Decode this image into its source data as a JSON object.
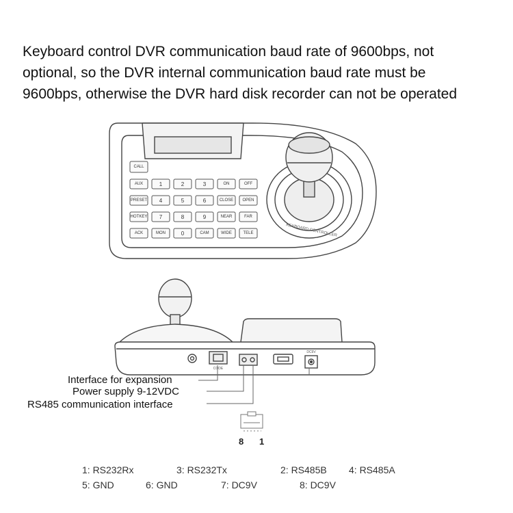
{
  "header": {
    "lines": [
      "Keyboard control DVR communication baud rate of 9600bps, not",
      "optional, so the DVR internal communication baud rate must be",
      "9600bps, otherwise the DVR hard disk recorder can not be operated"
    ]
  },
  "keypad": {
    "keys": [
      [
        "CALL",
        ""
      ],
      [
        "AUX",
        "1",
        "2",
        "3",
        "ON",
        "OFF"
      ],
      [
        "PRESET",
        "4",
        "5",
        "6",
        "CLOSE",
        "OPEN"
      ],
      [
        "HOTKEY",
        "7",
        "8",
        "9",
        "NEAR",
        "FAR"
      ],
      [
        "ACK",
        "MON",
        "0",
        "CAM",
        "WIDE",
        "TELE"
      ]
    ],
    "joystick_ring_label": "KEYBOARD CONTROLLER"
  },
  "rear_panel": {
    "port_code_label": "CODE",
    "port_dc_label": "DC9V"
  },
  "callouts": {
    "expansion": "Interface for expansion",
    "power": "Power supply 9-12VDC",
    "rs485": "RS485 communication interface"
  },
  "connector": {
    "pin_left": "8",
    "pin_right": "1"
  },
  "pinout": {
    "row1": [
      "1: RS232Rx",
      "3: RS232Tx",
      "2: RS485B",
      "4: RS485A"
    ],
    "row2": [
      "5: GND",
      "6: GND",
      "7: DC9V",
      "8: DC9V"
    ]
  }
}
